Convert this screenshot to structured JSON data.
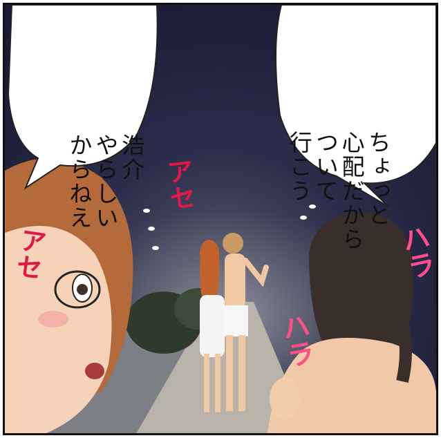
{
  "speech_bubbles": {
    "right": {
      "lines": [
        "ちょっと",
        "心配だから",
        "ついて",
        "行こう"
      ]
    },
    "left": {
      "lines": [
        "浩介",
        "やらしい",
        "からねえ"
      ]
    }
  },
  "sfx": {
    "sweat_1": "アセ",
    "sweat_2": "アセ",
    "heart_1": "ハラ",
    "heart_2": "ハラ"
  },
  "colors": {
    "sky": "#1f2140",
    "sfx": "#e0184a"
  }
}
